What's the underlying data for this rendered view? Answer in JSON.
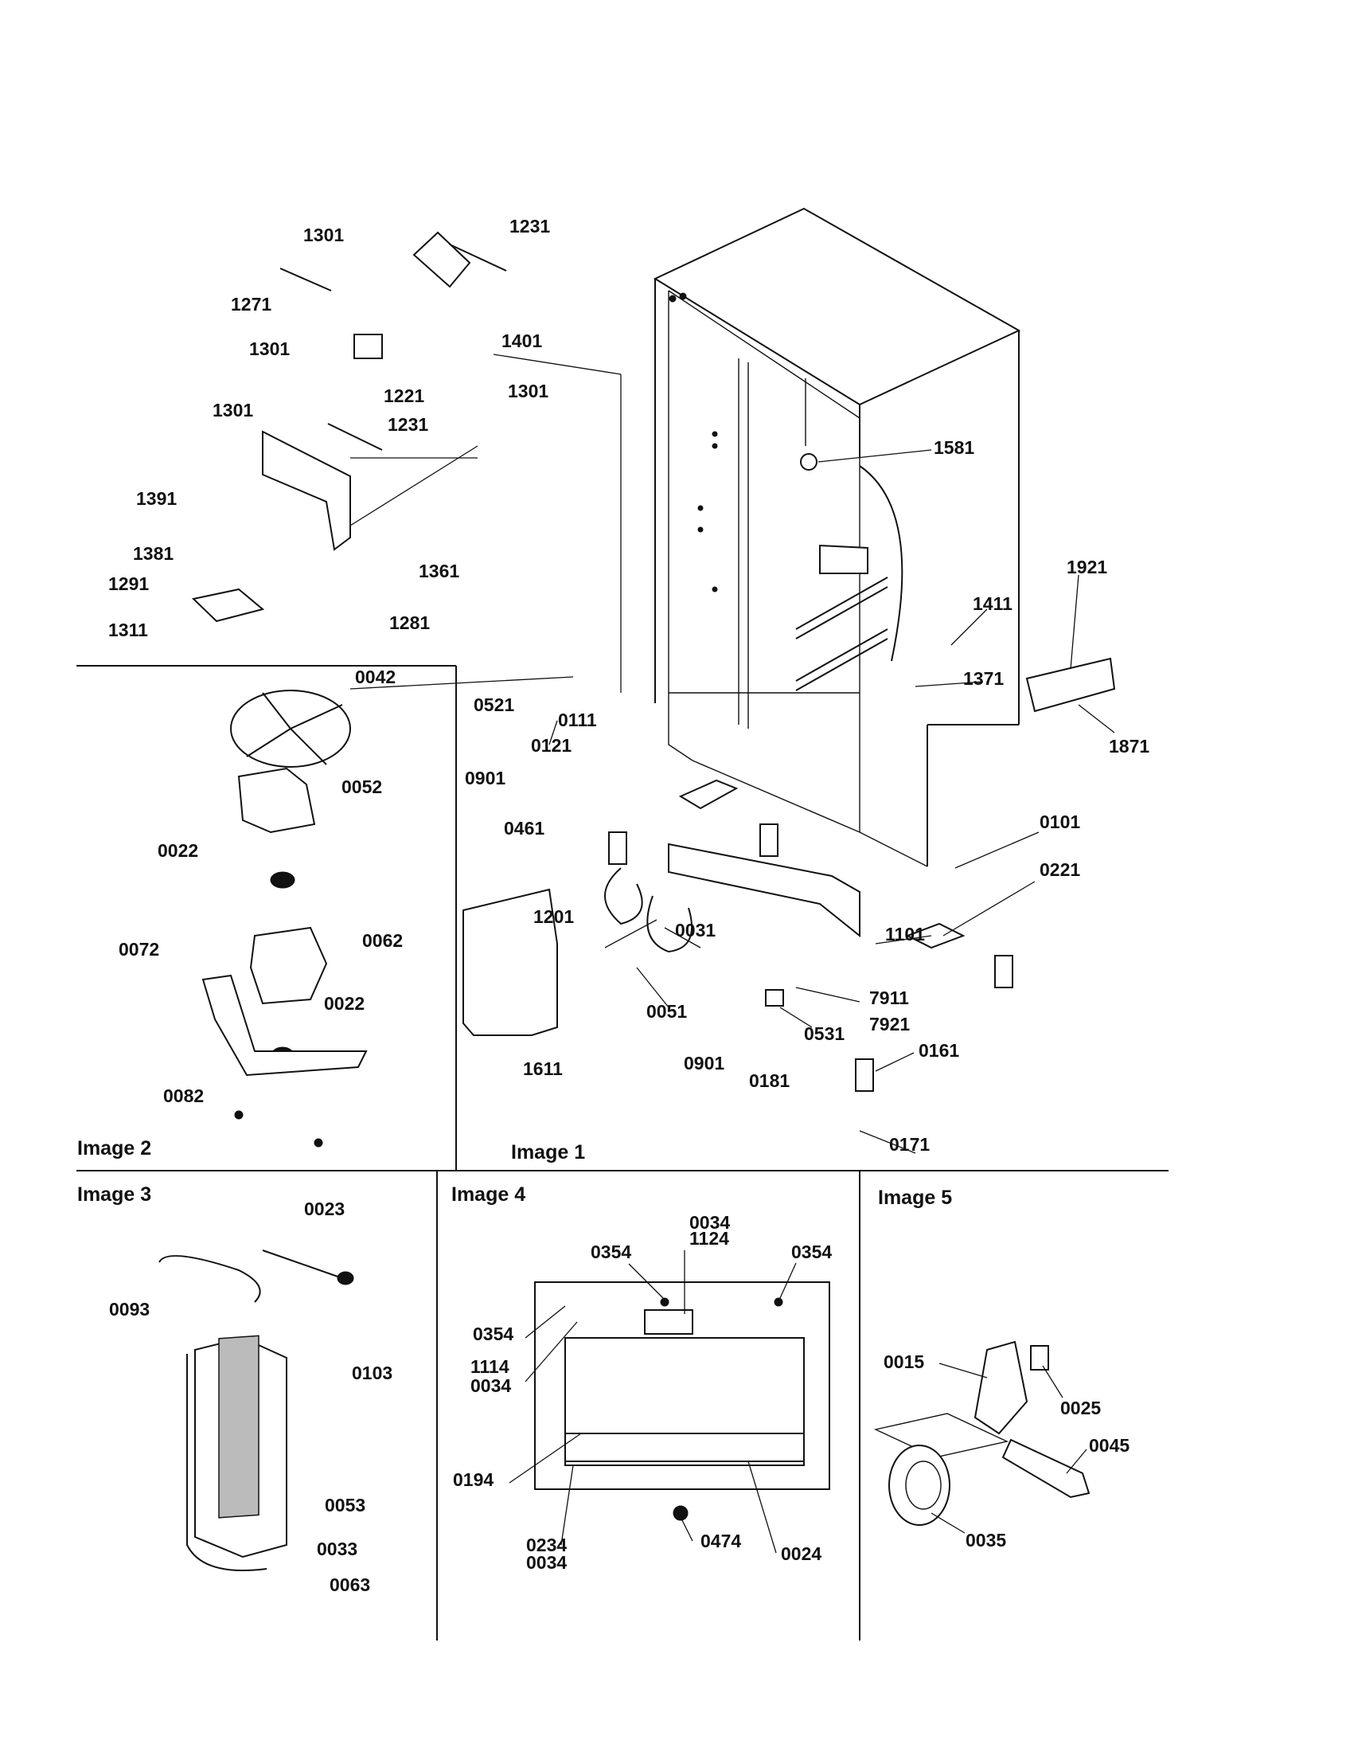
{
  "panels": {
    "image1": "Image 1",
    "image2": "Image 2",
    "image3": "Image 3",
    "image4": "Image 4",
    "image5": "Image 5"
  },
  "callouts": {
    "top": [
      "1301",
      "1231",
      "1271",
      "1301",
      "1401",
      "1221",
      "1301"
    ],
    "bracket": [
      "1301",
      "1231",
      "1391",
      "1381",
      "1361",
      "1291",
      "1281",
      "1311"
    ],
    "cabinet": [
      "1581",
      "1921",
      "1411",
      "1371",
      "1871",
      "0521",
      "0111",
      "0121",
      "0901",
      "0461",
      "0101",
      "0221",
      "1201",
      "0031",
      "1101",
      "0051",
      "7911",
      "7921",
      "0901",
      "0531",
      "0161",
      "0181",
      "1611",
      "0171"
    ],
    "image2": [
      "0042",
      "0052",
      "0022",
      "0062",
      "0072",
      "0022",
      "0082"
    ],
    "image3": [
      "0023",
      "0093",
      "0103",
      "0053",
      "0033",
      "0063"
    ],
    "image4": [
      "0034",
      "1124",
      "0354",
      "0354",
      "0354",
      "1114",
      "0034",
      "0194",
      "0234",
      "0034",
      "0474",
      "0024"
    ],
    "image5": [
      "0015",
      "0025",
      "0045",
      "0035"
    ]
  }
}
